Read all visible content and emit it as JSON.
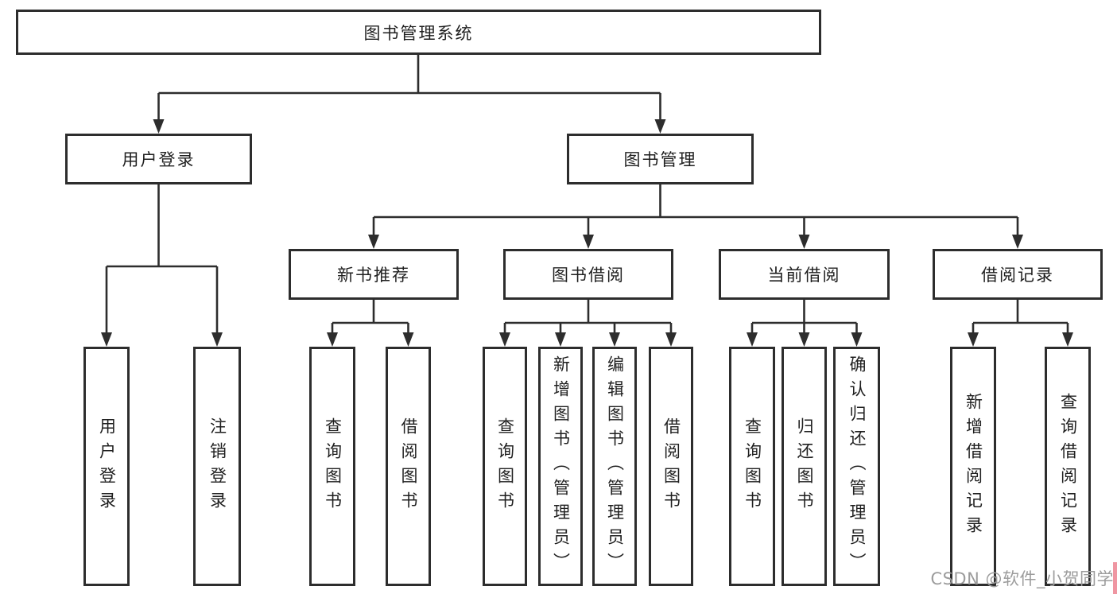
{
  "diagram": {
    "root": {
      "label": "图书管理系统"
    },
    "user_login": {
      "label": "用户登录",
      "children": [
        {
          "label": "用户登录"
        },
        {
          "label": "注销登录"
        }
      ]
    },
    "book_mgmt": {
      "label": "图书管理"
    },
    "new_book_rec": {
      "label": "新书推荐",
      "children": [
        {
          "label": "查询图书"
        },
        {
          "label": "借阅图书"
        }
      ]
    },
    "book_borrow": {
      "label": "图书借阅",
      "children": [
        {
          "label": "查询图书"
        },
        {
          "label": "新增图书（管理员）"
        },
        {
          "label": "编辑图书（管理员）"
        },
        {
          "label": "借阅图书"
        }
      ]
    },
    "current_borrow": {
      "label": "当前借阅",
      "children": [
        {
          "label": "查询图书"
        },
        {
          "label": "归还图书"
        },
        {
          "label": "确认归还（管理员）"
        }
      ]
    },
    "borrow_records": {
      "label": "借阅记录",
      "children": [
        {
          "label": "新增借阅记录"
        },
        {
          "label": "查询借阅记录"
        }
      ]
    }
  },
  "watermark": {
    "text": "CSDN @软件_小贺同学"
  },
  "colors": {
    "line": "#2d2d2d",
    "box_border": "#2d2d2d",
    "text": "#1f1f1f",
    "watermark_text": "#9c9c9c",
    "corner_strip": "#ef96a2",
    "background": "#ffffff"
  }
}
